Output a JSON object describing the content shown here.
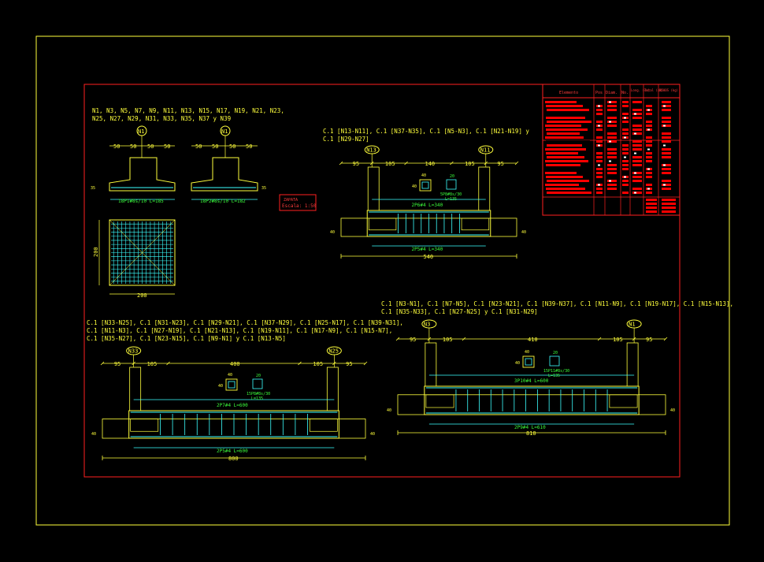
{
  "colors": {
    "background": "#000000",
    "line_yellow": "#ffff3c",
    "frame_red": "#ff2020",
    "rebar_green": "#3cff3c",
    "rebar_cyan": "#3cffff",
    "table_red": "#ff0000",
    "table_white": "#ffffff"
  },
  "footing_block": {
    "nodes_text_line1": "N1, N3, N5, N7, N9, N11, N13, N15, N17, N19, N21, N23,",
    "nodes_text_line2": "N25, N27, N29, N31, N33, N35, N37 y N39",
    "node_a": "N1",
    "node_b": "N1",
    "dims_a": [
      "50",
      "50",
      "50",
      "50"
    ],
    "dims_b": [
      "50",
      "50",
      "50",
      "50"
    ],
    "rebar_a": "18P1#8s/10  L=185",
    "rebar_b": "18P2#8s/10  L=182",
    "plan_dim_h": "200",
    "plan_dim_v": "200",
    "scale_box_title": "ZAPATA",
    "scale_box_value": "Escala: 1:50"
  },
  "beam_top": {
    "title_line1": "C.1 [N13-N11], C.1 [N37-N35], C.1 [N5-N3], C.1 [N21-N19] y",
    "title_line2": "C.1 [N29-N27]",
    "node_left": "N13",
    "node_right": "N11",
    "dims": [
      "95",
      "105",
      "140",
      "105",
      "95"
    ],
    "section_w": "40",
    "section_h": "40",
    "stirrup_dim": "20",
    "stirrup_label": "5P8#8s/30",
    "stirrup_len": "L=135",
    "top_bar": "2P6#4  L=340",
    "bottom_bar": "2P5#4  L=340",
    "total": "540"
  },
  "beam_left": {
    "title_line1": "C.1 [N33-N25], C.1 [N31-N23], C.1 [N29-N21], C.1 [N37-N29], C.1 [N25-N17], C.1 [N39-N31],",
    "title_line2": "C.1 [N11-N3], C.1 [N27-N19], C.1 [N21-N13], C.1 [N19-N11], C.1 [N17-N9], C.1 [N15-N7],",
    "title_line3": "C.1 [N35-N27], C.1 [N23-N15], C.1 [N9-N1] y C.1 [N13-N5]",
    "node_left": "N33",
    "node_right": "N25",
    "dims": [
      "95",
      "105",
      "400",
      "105",
      "95"
    ],
    "section_w": "40",
    "section_h": "40",
    "stirrup_dim": "20",
    "stirrup_label": "15P8#8s/30",
    "stirrup_len": "L=135",
    "top_bar": "2P7#4  L=600",
    "bottom_bar": "2P5#4  L=600",
    "total": "800"
  },
  "beam_right": {
    "title_line1": "C.1 [N3-N1], C.1 [N7-N5], C.1 [N23-N21], C.1 [N39-N37], C.1 [N11-N9], C.1 [N19-N17], C.1 [N15-N13],",
    "title_line2": "C.1 [N35-N33], C.1 [N27-N25] y C.1 [N31-N29]",
    "node_left": "N3",
    "node_right": "N1",
    "dims": [
      "95",
      "105",
      "410",
      "105",
      "95"
    ],
    "section_w": "40",
    "section_h": "40",
    "stirrup_dim": "20",
    "stirrup_label": "15P11#8s/30",
    "stirrup_len": "L=135",
    "top_bar": "3P10#4  L=600",
    "bottom_bar": "2P9#4  L=610",
    "total": "810"
  },
  "steel_table": {
    "headers": [
      "Elemento",
      "Pos",
      "Diam.",
      "No.",
      "Long. (cm)",
      "Total (cm)",
      "B500S (kg)"
    ]
  }
}
